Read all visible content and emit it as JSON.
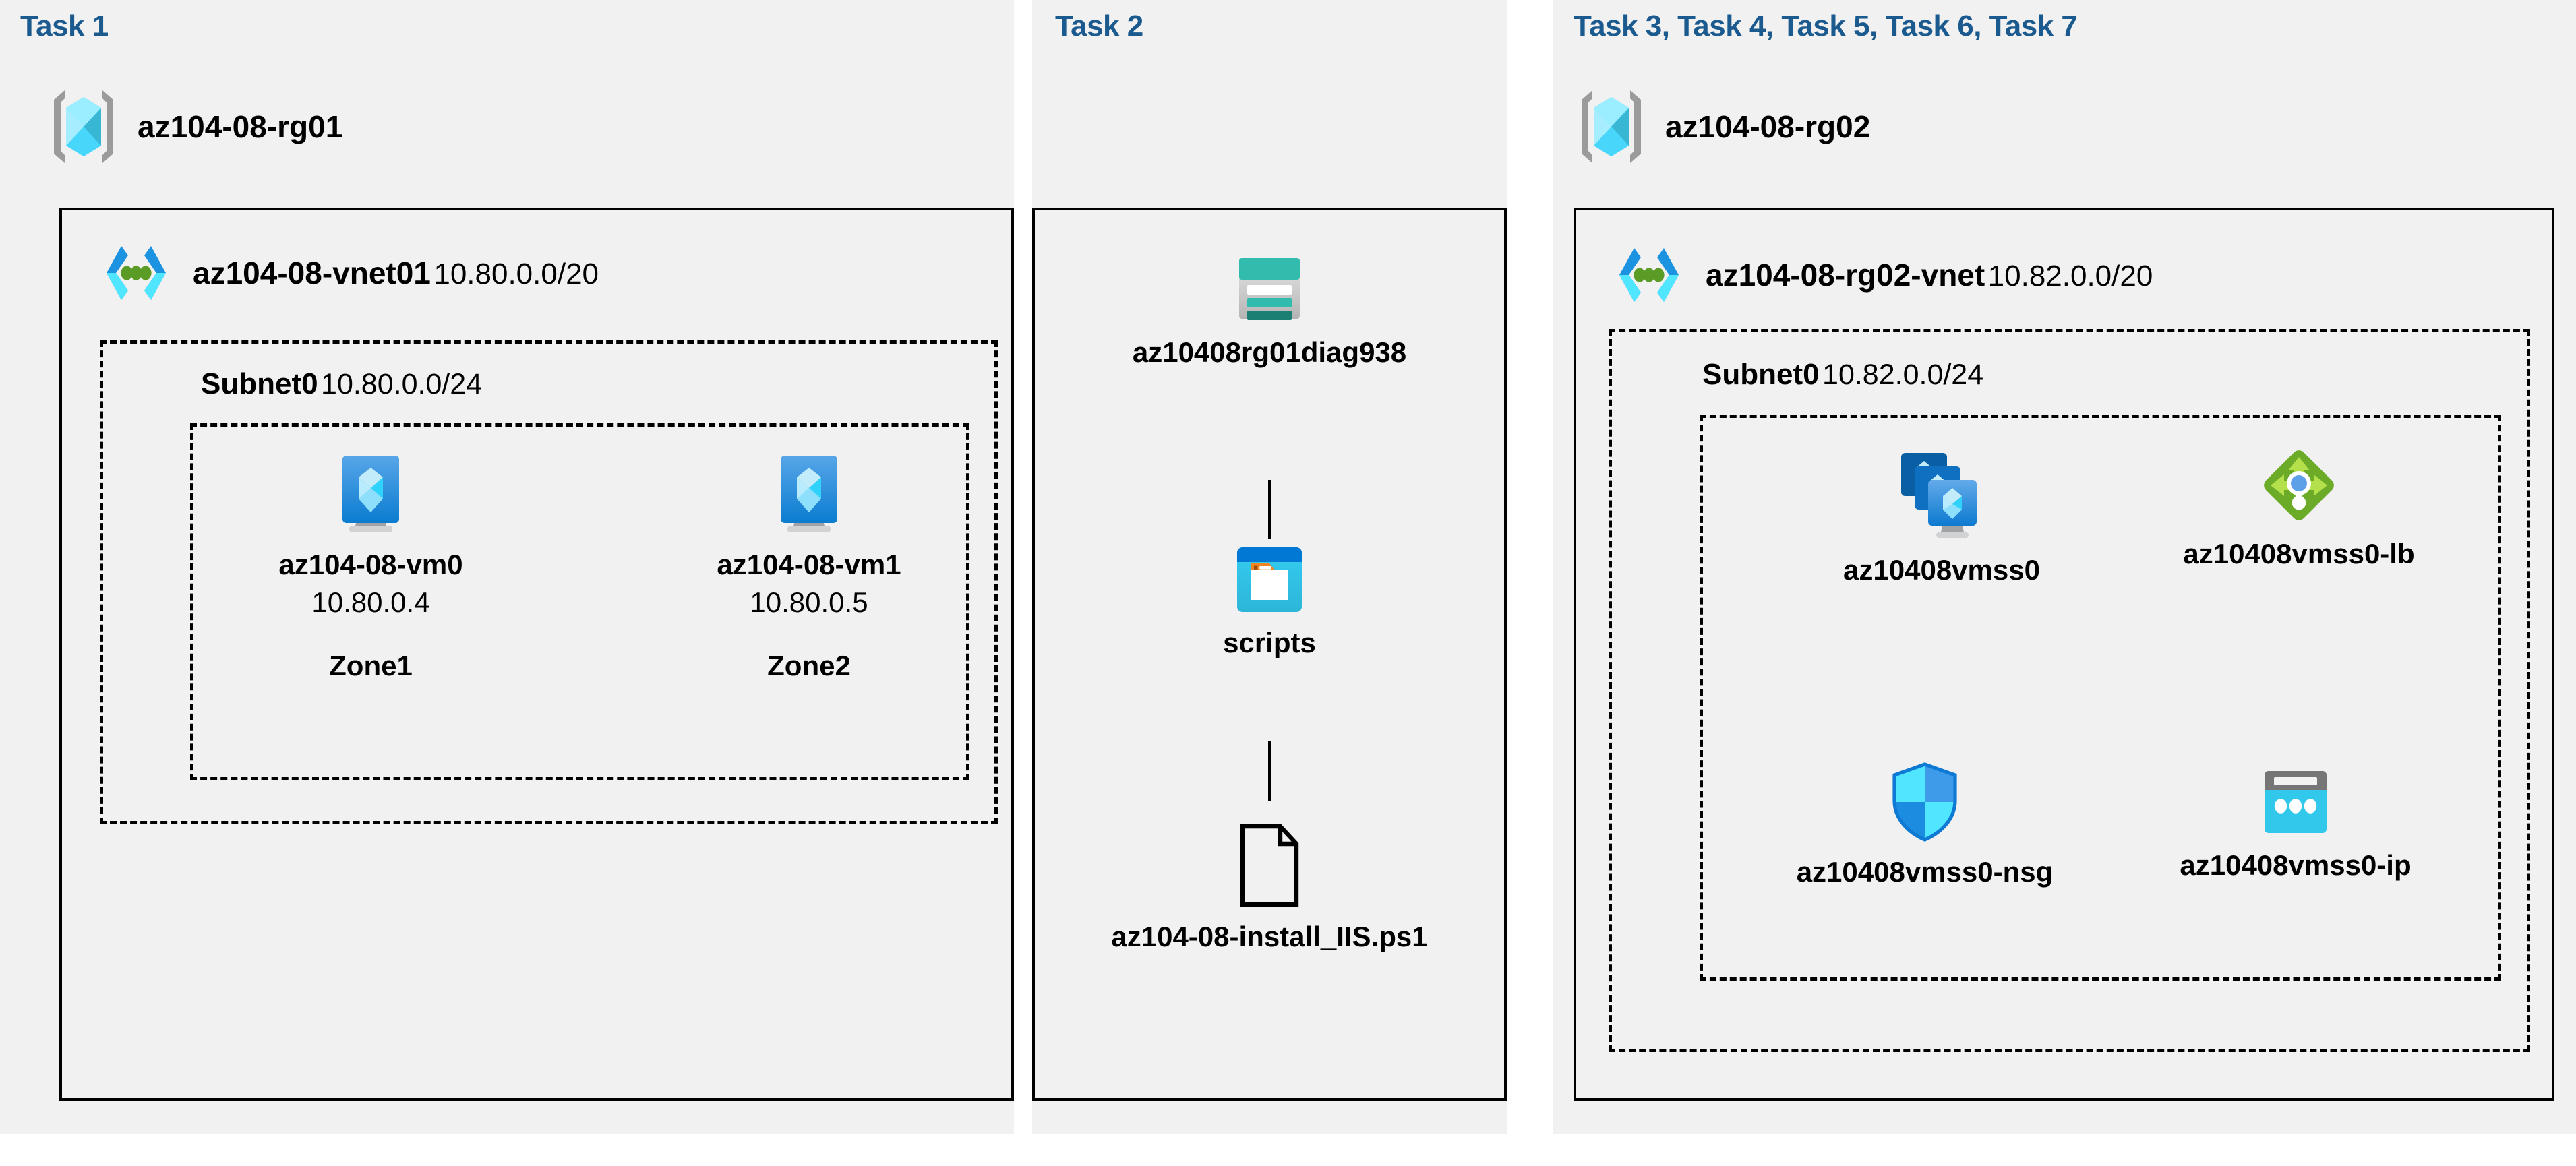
{
  "columns": [
    {
      "id": "task1",
      "title": "Task 1",
      "resource_group": {
        "name": "az104-08-rg01",
        "icon": "resource-group-icon"
      },
      "vnet": {
        "name": "az104-08-vnet01",
        "cidr": "10.80.0.0/20",
        "icon": "virtual-network-icon"
      },
      "subnet": {
        "name": "Subnet0",
        "cidr": "10.80.0.0/24"
      },
      "vms": [
        {
          "name": "az104-08-vm0",
          "ip": "10.80.0.4",
          "zone": "Zone1",
          "icon": "virtual-machine-icon"
        },
        {
          "name": "az104-08-vm1",
          "ip": "10.80.0.5",
          "zone": "Zone2",
          "icon": "virtual-machine-icon"
        }
      ]
    },
    {
      "id": "task2",
      "title": "Task 2",
      "nodes": [
        {
          "name": "az10408rg01diag938",
          "icon": "storage-account-icon"
        },
        {
          "name": "scripts",
          "icon": "blob-container-icon"
        },
        {
          "name": "az104-08-install_IIS.ps1",
          "icon": "script-file-icon"
        }
      ]
    },
    {
      "id": "task3",
      "title": "Task 3, Task 4, Task 5, Task 6, Task 7",
      "resource_group": {
        "name": "az104-08-rg02",
        "icon": "resource-group-icon"
      },
      "vnet": {
        "name": "az104-08-rg02-vnet",
        "cidr": "10.82.0.0/20",
        "icon": "virtual-network-icon"
      },
      "subnet": {
        "name": "Subnet0",
        "cidr": "10.82.0.0/24"
      },
      "resources": [
        {
          "name": "az10408vmss0",
          "icon": "vm-scale-set-icon"
        },
        {
          "name": "az10408vmss0-lb",
          "icon": "load-balancer-icon"
        },
        {
          "name": "az10408vmss0-nsg",
          "icon": "network-security-group-icon"
        },
        {
          "name": "az10408vmss0-ip",
          "icon": "public-ip-address-icon"
        }
      ]
    }
  ],
  "colors": {
    "panel_background": "#f1f1f1",
    "task_title": "#1b5a8e",
    "border": "#000000",
    "azure_blue": "#0078d4",
    "azure_cyan": "#50e6ff",
    "storage_teal": "#32bcad",
    "lb_green": "#6bab28",
    "nsg_blue": "#0f8ee9"
  }
}
